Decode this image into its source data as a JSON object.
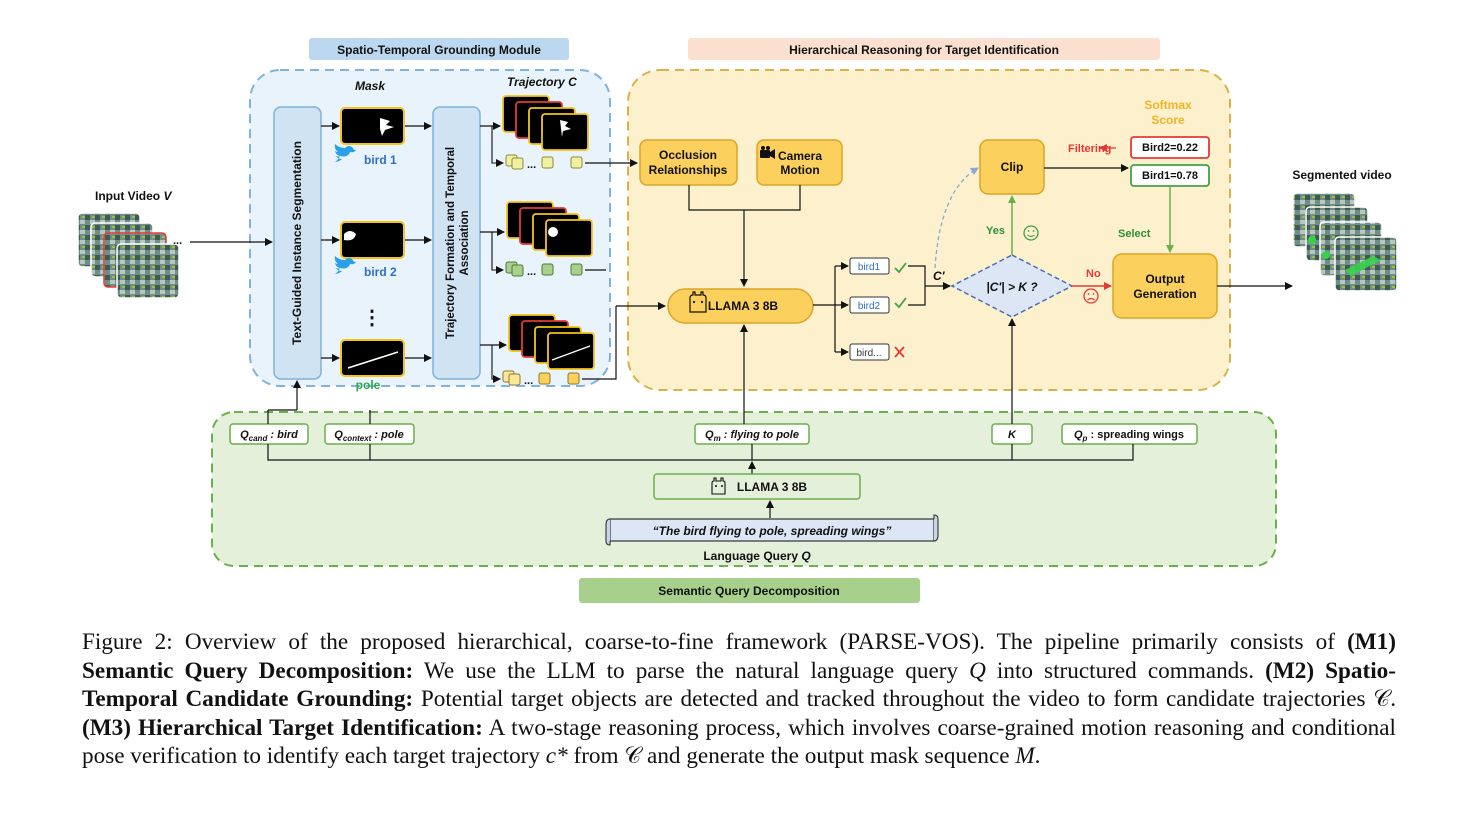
{
  "modules": {
    "stg": "Spatio-Temporal Grounding Module",
    "hr": "Hierarchical Reasoning for Target Identification",
    "sqd": "Semantic Query Decomposition"
  },
  "left": {
    "input_video": "Input Video",
    "input_video_sym": "V",
    "mask_label": "Mask",
    "trajectory_label": "Trajectory",
    "trajectory_sym": "C",
    "tgis": "Text-Guided Instance Segmentation",
    "tfta_1": "Trajectory Formation and Temporal",
    "tfta_2": "Association",
    "bird1": "bird 1",
    "bird2": "bird 2",
    "pole": "pole",
    "dots_h": "...",
    "dots_v": "⋮"
  },
  "reasoning": {
    "occlusion_1": "Occlusion",
    "occlusion_2": "Relationships",
    "camera_1": "Camera",
    "camera_2": "Motion",
    "llama": "LLAMA 3 8B",
    "cand_bird1": "bird1",
    "cand_bird2": "bird2",
    "cand_bird_more": "bird...",
    "c_prime": "C′",
    "condition": "|C′| > K ?",
    "yes": "Yes",
    "no": "No",
    "clip": "Clip",
    "filtering": "Filtering",
    "softmax_1": "Softmax",
    "softmax_2": "Score",
    "score_bird2": "Bird2=0.22",
    "score_bird1": "Bird1=0.78",
    "select": "Select",
    "output_1": "Output",
    "output_2": "Generation",
    "segmented": "Segmented video"
  },
  "query": {
    "q_cand_sym": "Q",
    "q_cand_sub": "cand",
    "q_cand_val": " : bird",
    "q_ctx_sym": "Q",
    "q_ctx_sub": "context",
    "q_ctx_val": " : pole",
    "q_m_sym": "Q",
    "q_m_sub": "m",
    "q_m_val": " : flying to pole",
    "k": "K",
    "q_p_sym": "Q",
    "q_p_sub": "p",
    "q_p_val": " :  spreading wings",
    "llama": "LLAMA 3 8B",
    "sentence": "“The bird flying to pole, spreading wings”",
    "language_query": "Language Query",
    "language_query_sym": "Q"
  },
  "caption": {
    "fig": "Figure 2: Overview of the proposed hierarchical, coarse-to-fine framework (PARSE-VOS). The pipeline primarily consists of",
    "m1_bold": "(M1) Semantic Query Decomposition:",
    "m1_text_a": " We use the LLM to parse the natural language query ",
    "m1_sym": "Q",
    "m1_text_b": " into structured commands.",
    "m2_bold": "(M2) Spatio-Temporal Candidate Grounding:",
    "m2_text_a": " Potential target objects are detected and tracked throughout the video to form candidate trajectories ",
    "m2_sym": "𝒞",
    "m2_text_b": ". ",
    "m3_bold": "(M3) Hierarchical Target Identification:",
    "m3_text_a": " A two-stage reasoning process, which involves coarse-grained motion reasoning and conditional pose verification to identify each target trajectory ",
    "m3_sym1": "c*",
    "m3_text_b": " from ",
    "m3_sym2": "𝒞",
    "m3_text_c": " and generate the output mask sequence ",
    "m3_sym3": "M",
    "m3_text_d": "."
  },
  "colors": {
    "blue_panel": "#e8f3fb",
    "blue_border": "#7fb2dc",
    "blue_box": "#cfe3f3",
    "yellow_panel": "#fdf0cc",
    "yellow_border": "#d9b14a",
    "yellow_box": "#fbd05c",
    "green_panel": "#e4f0da",
    "green_border": "#6ab04c",
    "green_bar": "#a8d08d",
    "peach_bar": "#fbe0d0",
    "sky_bar": "#bcd8f0",
    "red": "#e53935",
    "green_check": "#43a047",
    "twitter": "#2aa1e6"
  }
}
